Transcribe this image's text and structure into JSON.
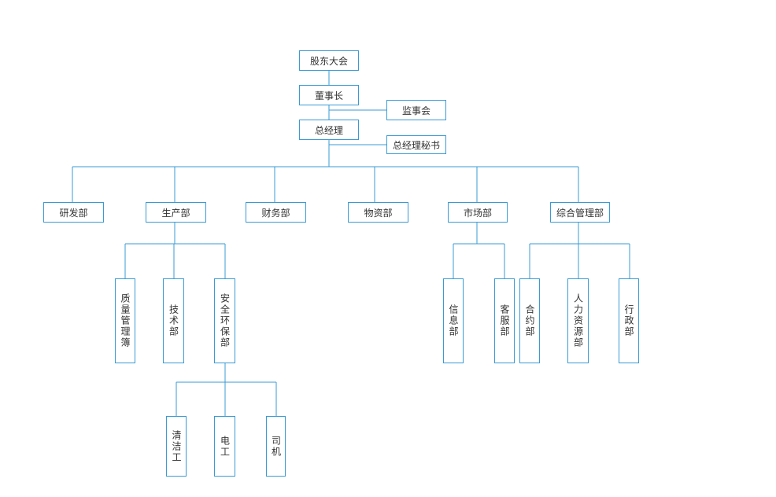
{
  "colors": {
    "line": "#3a9bd4",
    "border": "#3a9bd4",
    "text": "#333333"
  },
  "nodes": {
    "gudong": "股东大会",
    "dongshizhang": "董事长",
    "jianshihui": "监事会",
    "zongjingli": "总经理",
    "zongjingli_mishu": "总经理秘书",
    "yanfabu": "研发部",
    "shengchanbu": "生产部",
    "caiwubu": "财务部",
    "wuzibu": "物资部",
    "shichangbu": "市场部",
    "zonghe_guanlibu": "综合管理部",
    "zhiliang": "质量管理簿",
    "jishubu": "技术部",
    "anquan": "安全环保部",
    "qingjie": "清洁工",
    "diangong": "电工",
    "siji": "司机",
    "xinxibu": "信息部",
    "kefubu": "客服部",
    "heyuebu": "合约部",
    "renli": "人力资源部",
    "xingzhengbu": "行政部"
  }
}
